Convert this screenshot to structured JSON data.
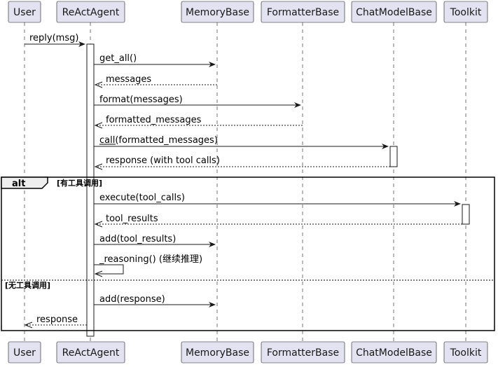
{
  "participants": [
    "User",
    "ReActAgent",
    "MemoryBase",
    "FormatterBase",
    "ChatModelBase",
    "Toolkit"
  ],
  "messages": {
    "m1": "reply(msg)",
    "m2": "get_all()",
    "m3": "messages",
    "m4": "format(messages)",
    "m5": "formatted_messages",
    "m6": "call(formatted_messages)",
    "m7": "response (with tool calls)",
    "m8": "execute(tool_calls)",
    "m9": "tool_results",
    "m10": "add(tool_results)",
    "m11": "_reasoning() (继续推理)",
    "m12": "add(response)",
    "m13": "response"
  },
  "fragment": {
    "keyword": "alt",
    "guard1": "[有工具调用]",
    "guard2": "[无工具调用]"
  }
}
